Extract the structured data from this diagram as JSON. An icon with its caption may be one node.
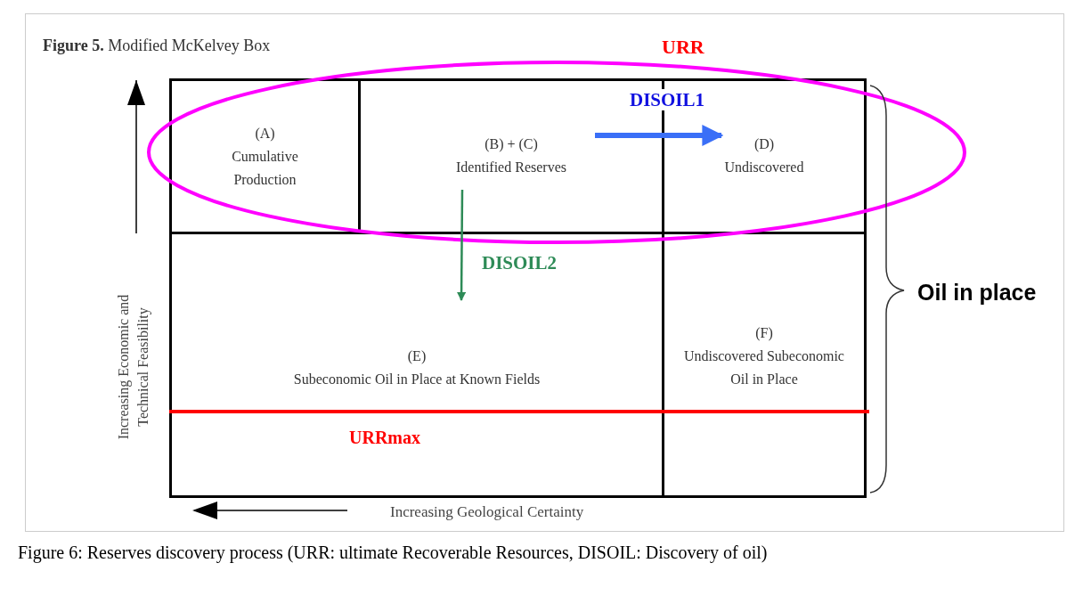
{
  "diagram": {
    "title": "**Figure 5.** Modified McKelvey Box",
    "caption": "Figure 6: Reserves discovery process (URR: ultimate Recoverable Resources, DISOIL: Discovery of oil)",
    "nodes": [
      {
        "text": [
          "(A)",
          "Cumulative Production"
        ]
      },
      {
        "text": [
          "(B) + (C)",
          "Identified Reserves"
        ]
      },
      {
        "text": [
          "(D)",
          "Undiscovered"
        ]
      },
      {
        "text": [
          "(E)",
          "Subeconomic Oil in Place at Known Fields"
        ]
      },
      {
        "text": [
          "(F)",
          "Undiscovered Subeconomic Oil in Place"
        ]
      },
      {
        "text": [],
        "shape": "bar"
      }
    ],
    "edges": [
      {
        "from": 1,
        "to": 2,
        "arrow": "to",
        "label": "DISOIL1",
        "style": "thick",
        "color": "#3a6ff7"
      },
      {
        "from": 1,
        "to": 3,
        "arrow": "to",
        "label": "DISOIL2",
        "color": "#2e8b57"
      }
    ],
    "labels": [
      "URR",
      "URRmax",
      "Oil in place",
      "Increasing Economic and Technical Feasibility",
      "Increasing Geological Certainty"
    ]
  }
}
